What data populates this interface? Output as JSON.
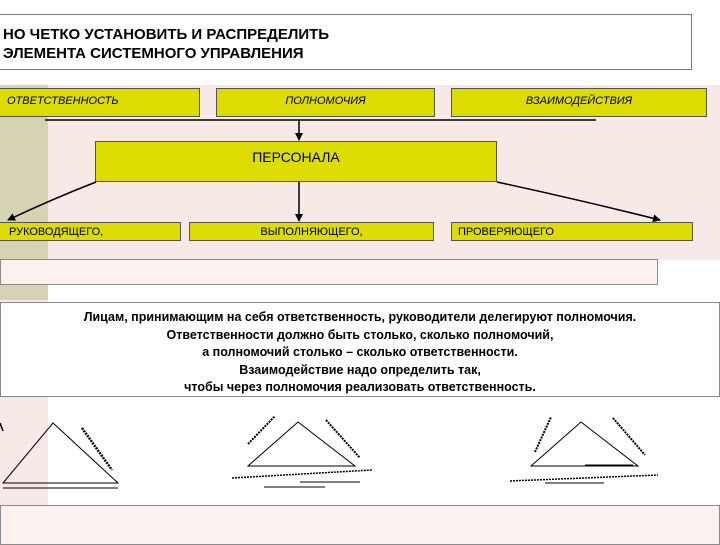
{
  "title": {
    "line1": "НО ЧЕТКО УСТАНОВИТЬ И РАСПРЕДЕЛИТЬ",
    "line2": "ЭЛЕМЕНТА СИСТЕМНОГО УПРАВЛЕНИЯ"
  },
  "top_boxes": [
    "ОТВЕТСТВЕННОСТЬ",
    "ПОЛНОМОЧИЯ",
    "ВЗАИМОДЕЙСТВИЯ"
  ],
  "center_box": "ПЕРСОНАЛА",
  "bottom_boxes": [
    "РУКОВОДЯЩЕГО,",
    "ВЫПОЛНЯЮЩЕГО,",
    "ПРОВЕРЯЮЩЕГО"
  ],
  "text_lines": [
    "Лицам, принимающим на себя ответственность, руководители делегируют полномочия.",
    "Ответственности должно быть столько, сколько полномочий,",
    "а полномочий столько – сколько ответственности.",
    "Взаимодействие надо определить так,",
    "чтобы через полномочия реализовать ответственность."
  ],
  "colors": {
    "box_fill": "#dcdc00",
    "background_pink": "#f7e9e6",
    "left_strip": "#d6d2b4"
  }
}
